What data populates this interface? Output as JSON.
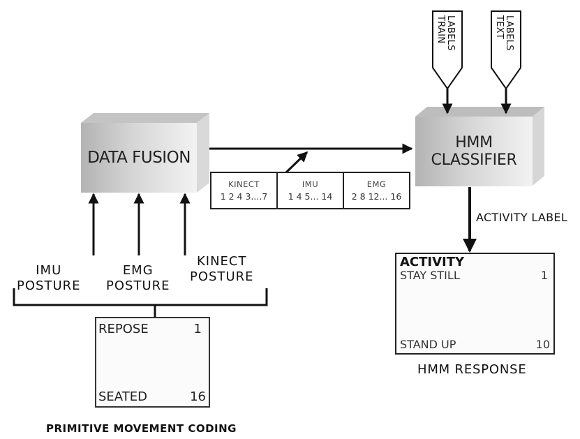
{
  "diagram": {
    "data_fusion": {
      "label": "DATA FUSION"
    },
    "hmm_classifier": {
      "label_line1": "HMM",
      "label_line2": "CLASSIFIER"
    },
    "inputs": {
      "labels_train": {
        "line1": "LABELS",
        "line2": "TRAIN"
      },
      "labels_text": {
        "line1": "LABELS",
        "line2": "TEXT"
      }
    },
    "feature_vector": {
      "cells": [
        {
          "header": "KINECT",
          "values": "1 2 4 3....7"
        },
        {
          "header": "IMU",
          "values": "1 4 5... 14"
        },
        {
          "header": "EMG",
          "values": "2 8 12... 16"
        }
      ]
    },
    "postures": [
      {
        "line1": "IMU",
        "line2": "POSTURE"
      },
      {
        "line1": "EMG",
        "line2": "POSTURE"
      },
      {
        "line1": "KINECT",
        "line2": "POSTURE"
      }
    ],
    "movement_coding": {
      "first_label": "REPOSE",
      "first_value": "1",
      "last_label": "SEATED",
      "last_value": "16",
      "caption": "PRIMITIVE MOVEMENT CODING"
    },
    "activity_label_text": "ACTIVITY LABEL",
    "hmm_response": {
      "title": "ACTIVITY",
      "first_label": "STAY STILL",
      "first_value": "1",
      "last_label": "STAND UP",
      "last_value": "10",
      "caption": "HMM RESPONSE"
    }
  }
}
